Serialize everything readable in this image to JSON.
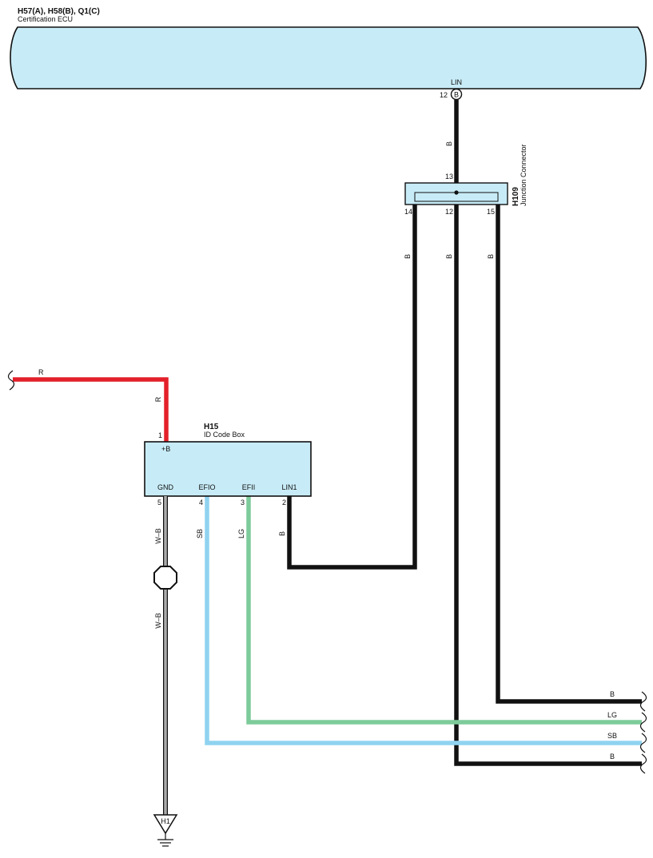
{
  "colors": {
    "ecu_fill": "#c8ecf7",
    "wire_black": "#111111",
    "wire_red": "#e3202a",
    "wire_sky_blue": "#8fd3f0",
    "wire_light_green": "#7dcb9a",
    "wire_white_black": "#ffffff"
  },
  "ecu": {
    "id": "H57(A), H58(B), Q1(C)",
    "name": "Certification ECU",
    "pin_label": "LIN",
    "pin_number": "12",
    "connector_letter": "B"
  },
  "junction": {
    "id": "H109",
    "name": "Junction Connector",
    "pin_in": "13",
    "pin_left": "14",
    "pin_mid": "12",
    "pin_right": "15"
  },
  "id_box": {
    "id": "H15",
    "name": "ID Code Box",
    "pins": {
      "plus_b": {
        "label": "+B",
        "number": "1"
      },
      "gnd": {
        "label": "GND",
        "number": "5"
      },
      "efio": {
        "label": "EFIO",
        "number": "4"
      },
      "efii": {
        "label": "EFII",
        "number": "3"
      },
      "lin1": {
        "label": "LIN1",
        "number": "2"
      }
    }
  },
  "ground": {
    "label": "H1"
  },
  "wires": {
    "ecu_to_junction": "B",
    "junction_left": "B",
    "junction_mid": "B",
    "junction_right": "B",
    "red_horizontal": "R",
    "red_vertical": "R",
    "gnd_upper": "W–B",
    "gnd_lower": "W–B",
    "efio": "SB",
    "efii": "LG",
    "lin1": "B",
    "out_1": "B",
    "out_2": "LG",
    "out_3": "SB",
    "out_4": "B"
  }
}
